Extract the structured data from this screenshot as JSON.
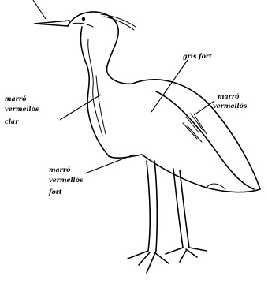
{
  "diagram": {
    "labels": {
      "gris_fort": "gris fort",
      "neck_line1": "marró",
      "neck_line2": "vermellós",
      "neck_line3": "clar",
      "back_line1": "marró",
      "back_line2": "vermellós",
      "belly_line1": "marró",
      "belly_line2": "vermellós",
      "belly_line3": "fort"
    }
  }
}
